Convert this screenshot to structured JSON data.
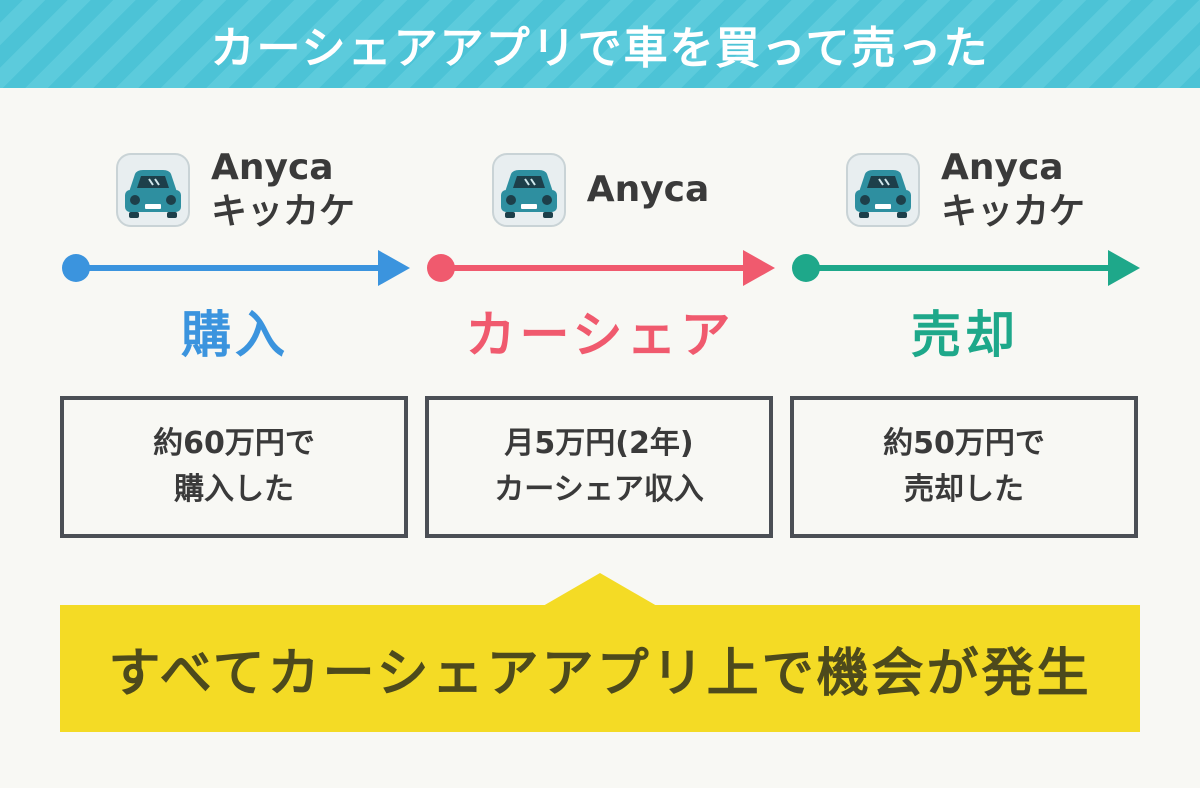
{
  "header": {
    "title": "カーシェアアプリで車を買って売った"
  },
  "colors": {
    "header_bg": "#4cc3d6",
    "buy": "#3b94de",
    "share": "#f05a6e",
    "sell": "#1ea88a",
    "banner_bg": "#f4db25",
    "banner_text": "#4d4a1c",
    "box_border": "#4b4f55"
  },
  "steps": [
    {
      "app_lines": [
        "Anyca",
        "キッカケ"
      ],
      "icon": "car-app-icon",
      "phase": "購入",
      "detail_lines": [
        "約60万円で",
        "購入した"
      ]
    },
    {
      "app_lines": [
        "Anyca"
      ],
      "icon": "car-app-icon",
      "phase": "カーシェア",
      "detail_lines": [
        "月5万円(2年)",
        "カーシェア収入"
      ]
    },
    {
      "app_lines": [
        "Anyca",
        "キッカケ"
      ],
      "icon": "car-app-icon",
      "phase": "売却",
      "detail_lines": [
        "約50万円で",
        "売却した"
      ]
    }
  ],
  "banner": {
    "text": "すべてカーシェアアプリ上で機会が発生"
  }
}
